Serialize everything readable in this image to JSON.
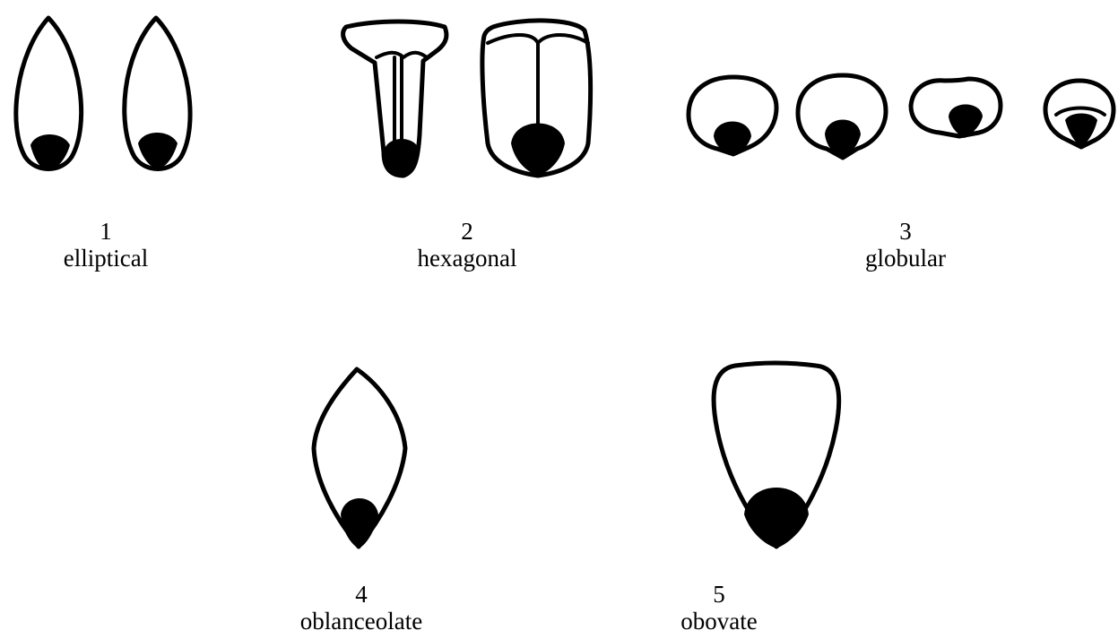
{
  "figure": {
    "items": [
      {
        "number": "1",
        "label": "elliptical"
      },
      {
        "number": "2",
        "label": "hexagonal"
      },
      {
        "number": "3",
        "label": "globular"
      },
      {
        "number": "4",
        "label": "oblanceolate"
      },
      {
        "number": "5",
        "label": "obovate"
      }
    ]
  }
}
